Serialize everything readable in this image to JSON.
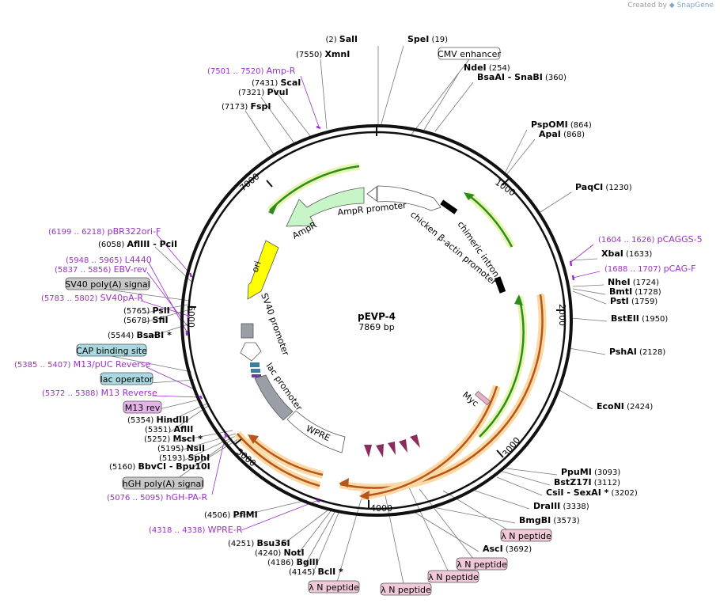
{
  "credit": {
    "prefix": "Created by",
    "brand": "SnapGene"
  },
  "plasmid": {
    "name": "pEVP-4",
    "size": "7869 bp"
  },
  "ring_ticks": [
    "1000",
    "2000",
    "3000",
    "4000",
    "5000",
    "6000",
    "7000"
  ],
  "sites": [
    {
      "pos": "(2)",
      "name": "SalI"
    },
    {
      "pos": "(19)",
      "name": "SpeI"
    },
    {
      "pos": "(254)",
      "name": "NdeI"
    },
    {
      "pos": "(360)",
      "name": "BsaAI - SnaBI"
    },
    {
      "pos": "(864)",
      "name": "PspOMI"
    },
    {
      "pos": "(868)",
      "name": "ApaI"
    },
    {
      "pos": "(1230)",
      "name": "PaqCI"
    },
    {
      "pos": "(1633)",
      "name": "XbaI"
    },
    {
      "pos": "(1724)",
      "name": "NheI"
    },
    {
      "pos": "(1728)",
      "name": "BmtI"
    },
    {
      "pos": "(1759)",
      "name": "PstI"
    },
    {
      "pos": "(1950)",
      "name": "BstEII"
    },
    {
      "pos": "(2128)",
      "name": "PshAI"
    },
    {
      "pos": "(2424)",
      "name": "EcoNI"
    },
    {
      "pos": "(3093)",
      "name": "PpuMI"
    },
    {
      "pos": "(3112)",
      "name": "BstZ17I"
    },
    {
      "pos": "(3202)",
      "name": "CsiI - SexAI *"
    },
    {
      "pos": "(3338)",
      "name": "DraIII"
    },
    {
      "pos": "(3573)",
      "name": "BmgBI"
    },
    {
      "pos": "(3692)",
      "name": "AscI"
    },
    {
      "pos": "(4145)",
      "name": "BclI *"
    },
    {
      "pos": "(4186)",
      "name": "BglII"
    },
    {
      "pos": "(4240)",
      "name": "NotI"
    },
    {
      "pos": "(4251)",
      "name": "Bsu36I"
    },
    {
      "pos": "(4506)",
      "name": "PflMI"
    },
    {
      "pos": "(5160)",
      "name": "BbvCI - Bpu10I"
    },
    {
      "pos": "(5193)",
      "name": "SphI"
    },
    {
      "pos": "(5195)",
      "name": "NsiI"
    },
    {
      "pos": "(5252)",
      "name": "MscI *"
    },
    {
      "pos": "(5351)",
      "name": "AflII"
    },
    {
      "pos": "(5354)",
      "name": "HindIII"
    },
    {
      "pos": "(5544)",
      "name": "BsaBI *"
    },
    {
      "pos": "(5678)",
      "name": "SfiI"
    },
    {
      "pos": "(5765)",
      "name": "PsiI"
    },
    {
      "pos": "(6058)",
      "name": "AflIII - PciI"
    },
    {
      "pos": "(7173)",
      "name": "FspI"
    },
    {
      "pos": "(7321)",
      "name": "PvuI"
    },
    {
      "pos": "(7431)",
      "name": "ScaI"
    },
    {
      "pos": "(7550)",
      "name": "XmnI"
    }
  ],
  "primers": [
    {
      "range": "(7501 .. 7520)",
      "name": "Amp-R"
    },
    {
      "range": "(1604 .. 1626)",
      "name": "pCAGGS-5"
    },
    {
      "range": "(1688 .. 1707)",
      "name": "pCAG-F"
    },
    {
      "range": "(4318 .. 4338)",
      "name": "WPRE-R"
    },
    {
      "range": "(5076 .. 5095)",
      "name": "hGH-PA-R"
    },
    {
      "range": "(5372 .. 5388)",
      "name": "M13 Reverse"
    },
    {
      "range": "(5385 .. 5407)",
      "name": "M13/pUC Reverse"
    },
    {
      "range": "(5783 .. 5802)",
      "name": "SV40pA-R"
    },
    {
      "range": "(5837 .. 5856)",
      "name": "EBV-rev"
    },
    {
      "range": "(5948 .. 5965)",
      "name": "L4440"
    },
    {
      "range": "(6199 .. 6218)",
      "name": "pBR322ori-F"
    }
  ],
  "boxed_features": [
    {
      "name": "CMV enhancer",
      "color": "#ffffff"
    },
    {
      "name": "SV40 poly(A) signal",
      "color": "#c8c8c8"
    },
    {
      "name": "CAP binding site",
      "color": "#a9d8e0"
    },
    {
      "name": "lac operator",
      "color": "#a9d8e0"
    },
    {
      "name": "M13 rev",
      "color": "#e3b3e8"
    },
    {
      "name": "hGH poly(A) signal",
      "color": "#c8c8c8"
    },
    {
      "name": "λ N peptide",
      "color": "#f0c8d8"
    },
    {
      "name": "λ N peptide",
      "color": "#f0c8d8"
    },
    {
      "name": "λ N peptide",
      "color": "#f0c8d8"
    },
    {
      "name": "λ N peptide",
      "color": "#f0c8d8"
    },
    {
      "name": "λ N peptide",
      "color": "#f0c8d8"
    }
  ],
  "inner_features": {
    "ampr_promoter": "AmpR promoter",
    "ampr": "AmpR",
    "ori": "ori",
    "sv40_promoter": "SV40 promoter",
    "lac_promoter": "lac promoter",
    "wpre": "WPRE",
    "chimeric_intron": "chimeric intron",
    "chicken_promoter": "chicken β-actin promoter",
    "myc": "Myc"
  },
  "colors": {
    "purple": "#9b30c8",
    "ampr_fill": "#c8f5c8",
    "ori_fill": "#ffff00",
    "peptide_fill": "#8b2c5a",
    "green_arc": "#2e8b1e",
    "orange_arc": "#d2691e"
  }
}
